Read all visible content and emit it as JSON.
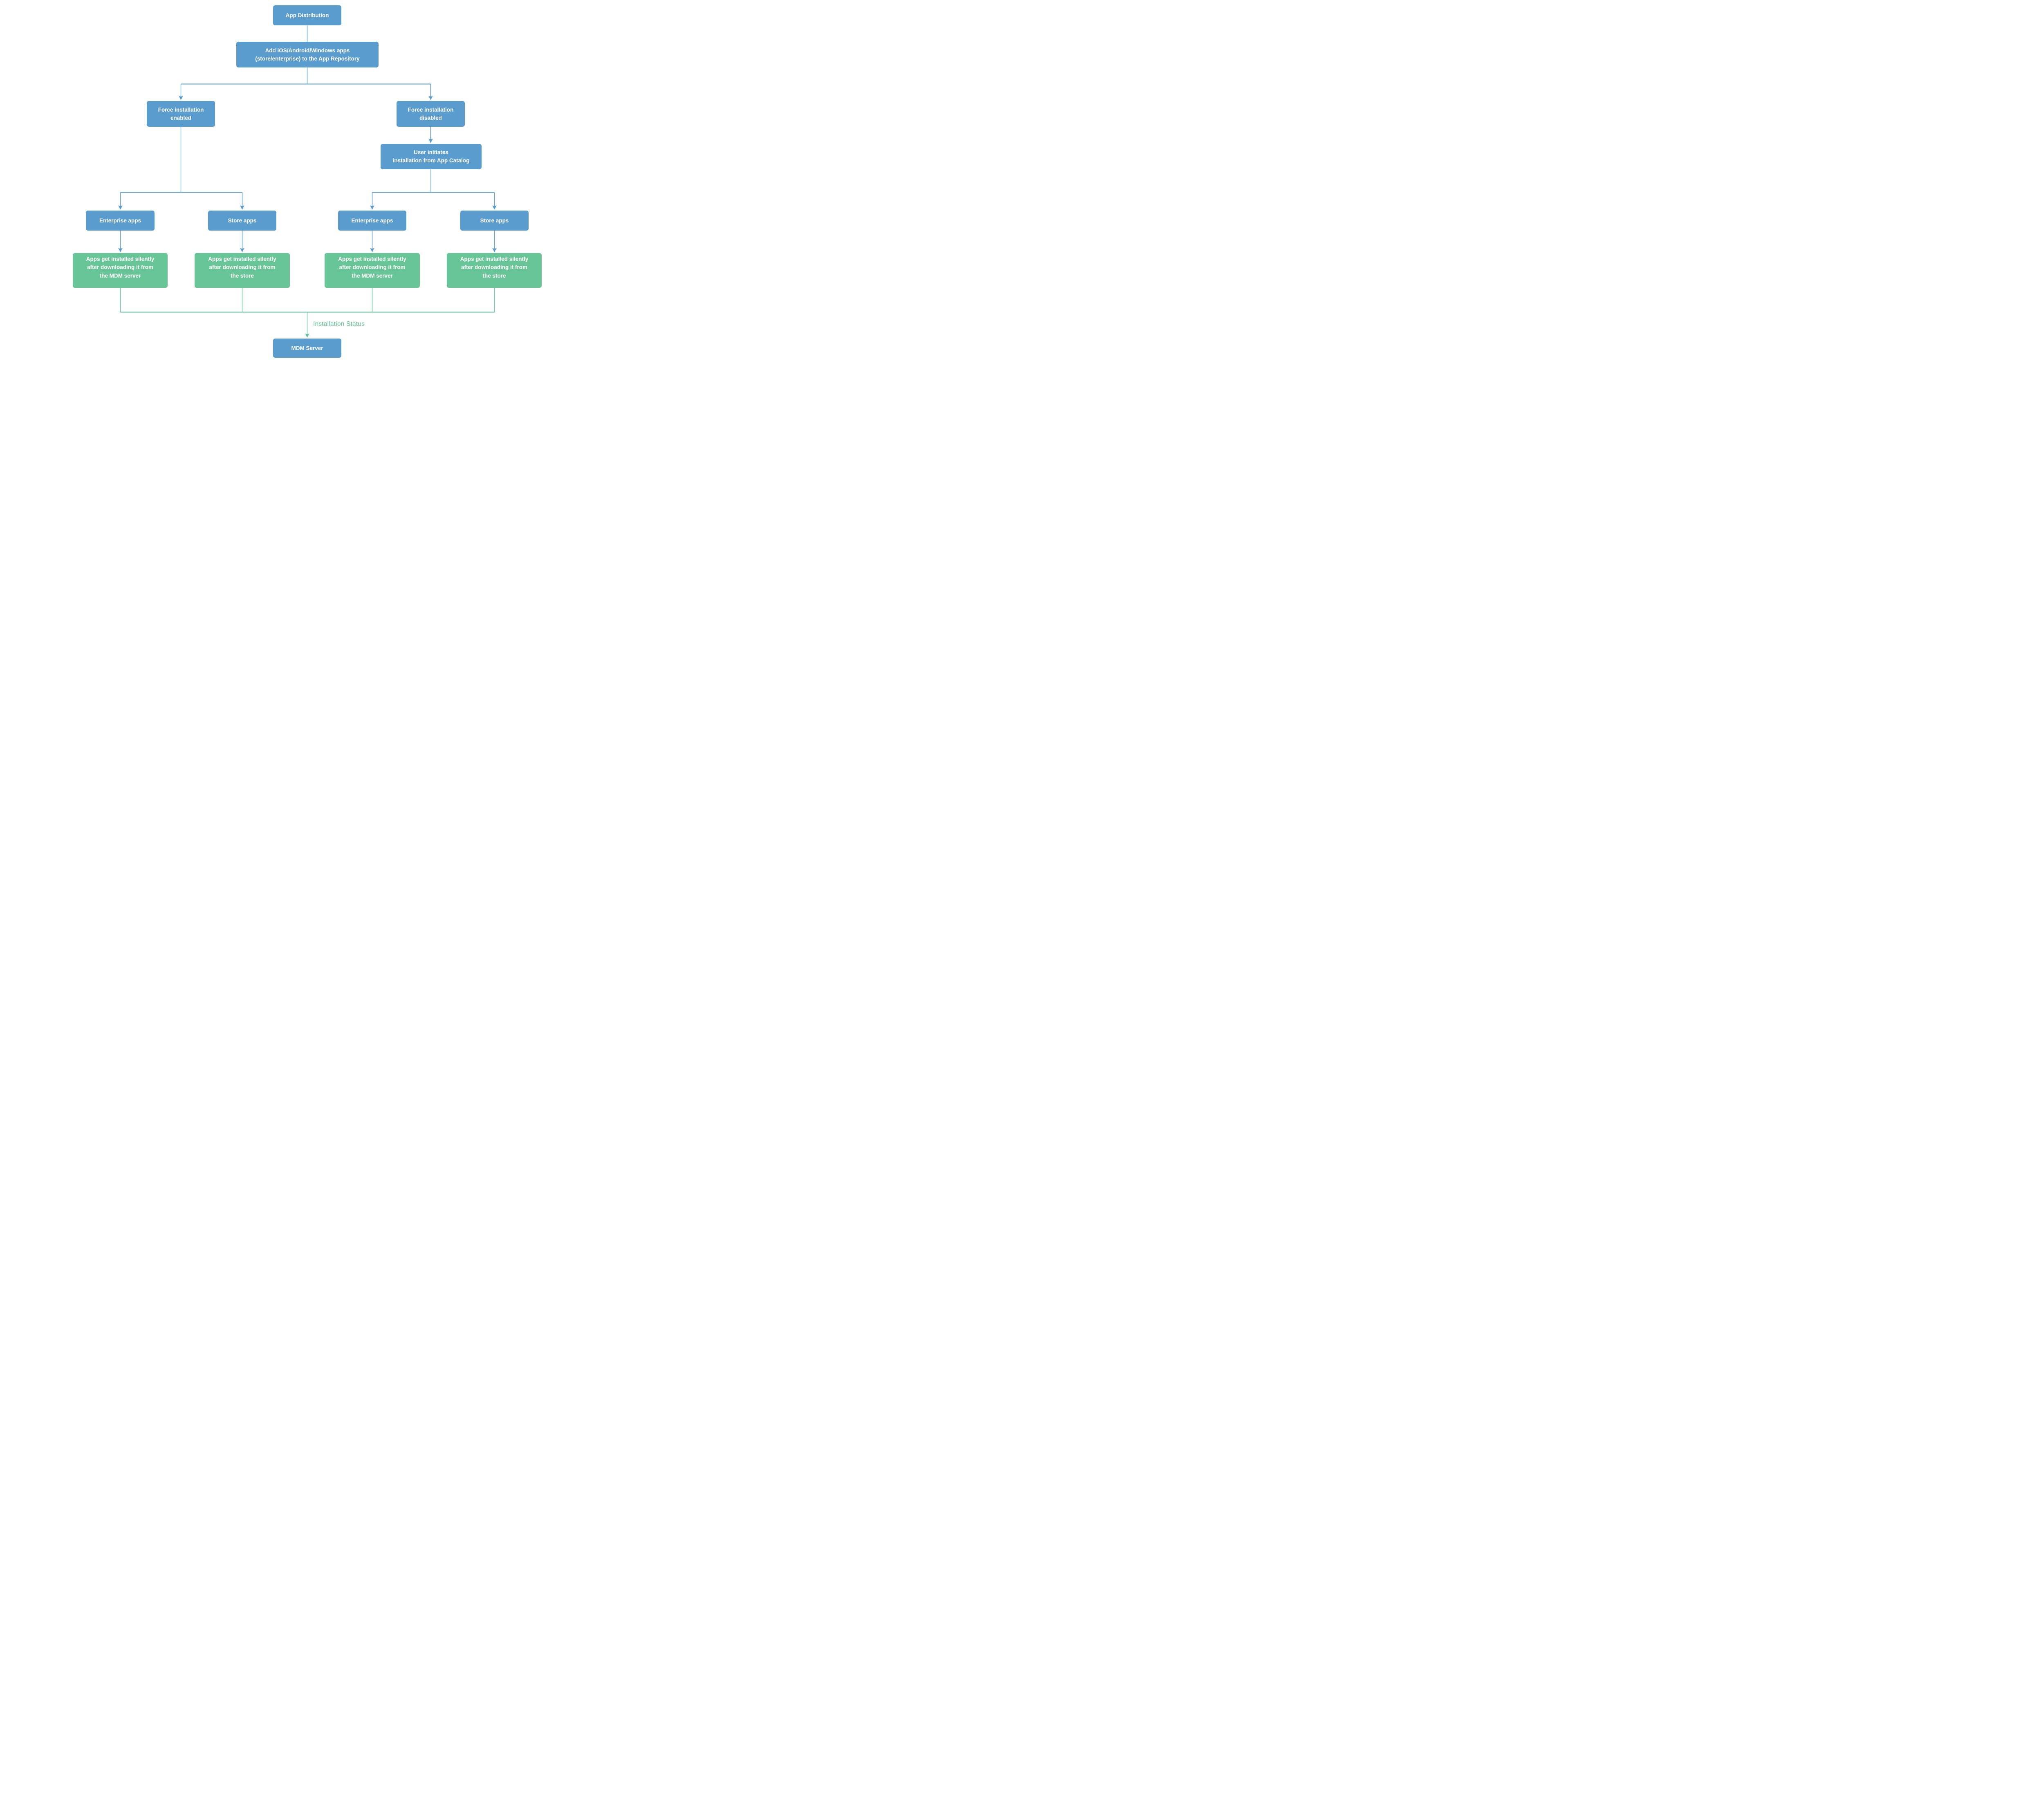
{
  "colors": {
    "node_blue": "#5B9CCE",
    "node_green": "#68C598",
    "label_green": "#5EBF90",
    "text": "#FFFFFF",
    "background": "#FFFFFF"
  },
  "nodes": {
    "app_distribution": {
      "label": "App Distribution"
    },
    "add_apps": {
      "label": "Add iOS/Android/Windows apps\n(store/enterprise) to the App Repository"
    },
    "force_enabled": {
      "label": "Force installation\nenabled"
    },
    "force_disabled": {
      "label": "Force installation\ndisabled"
    },
    "user_initiates": {
      "label": "User initiates\ninstallation from App Catalog"
    },
    "enterprise_left": {
      "label": "Enterprise apps"
    },
    "store_left": {
      "label": "Store apps"
    },
    "enterprise_right": {
      "label": "Enterprise apps"
    },
    "store_right": {
      "label": "Store apps"
    },
    "silent_mdm_left": {
      "label": "Apps get installed silently\nafter downloading it from\nthe MDM server"
    },
    "silent_store_left": {
      "label": "Apps get installed silently\nafter downloading it from\nthe store"
    },
    "silent_mdm_right": {
      "label": "Apps get installed silently\nafter downloading it from\nthe MDM server"
    },
    "silent_store_right": {
      "label": "Apps get installed silently\nafter downloading it from\nthe store"
    },
    "mdm_server": {
      "label": "MDM Server"
    }
  },
  "labels": {
    "installation_status": "Installation Status"
  }
}
